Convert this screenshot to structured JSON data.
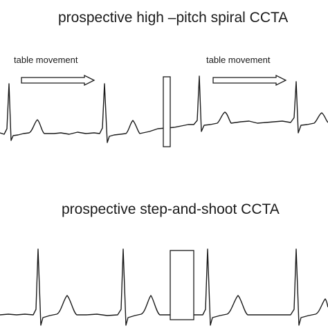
{
  "titles": {
    "spiral": "prospective high –pitch spiral CCTA",
    "step": "prospective step-and-shoot CCTA"
  },
  "labels": {
    "table_left": "table movement",
    "table_right": "table movement"
  },
  "colors": {
    "trace": "#1a1a1a",
    "background": "#ffffff"
  }
}
